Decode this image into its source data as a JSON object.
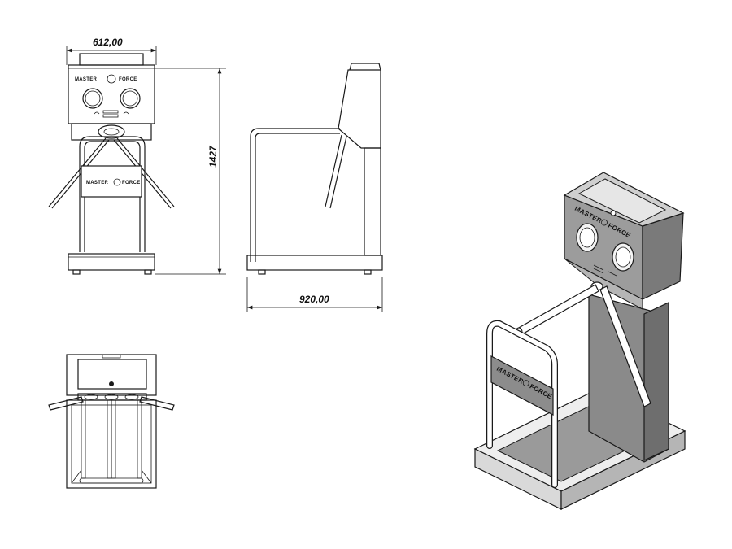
{
  "dimensions": {
    "width": "612,00",
    "height": "1427",
    "depth": "920,00"
  },
  "branding": {
    "brand_left": "MASTER",
    "brand_right": "FORCE"
  },
  "colors": {
    "line": "#1a1a1a",
    "body_dark": "#8a8a8a",
    "body_mid": "#b5b5b5",
    "body_light": "#d9d9d9",
    "base_light": "#eeeeee"
  }
}
